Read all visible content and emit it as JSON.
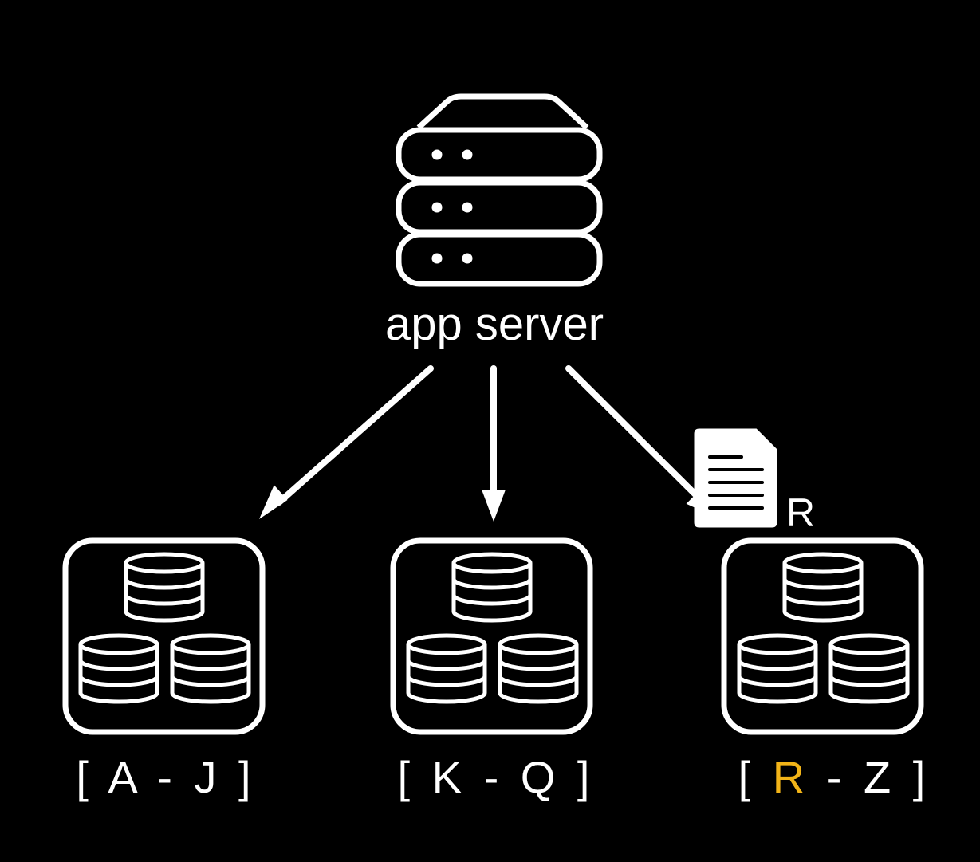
{
  "server": {
    "label": "app server",
    "icon": "server-rack-icon"
  },
  "shards": [
    {
      "icon": "database-cluster-icon",
      "open": "[",
      "start": "A",
      "dash": "-",
      "end": "J",
      "close": "]"
    },
    {
      "icon": "database-cluster-icon",
      "open": "[",
      "start": "K",
      "dash": "-",
      "end": "Q",
      "close": "]"
    },
    {
      "icon": "database-cluster-icon",
      "open": "[",
      "start": "R",
      "dash": "-",
      "end": "Z",
      "close": "]"
    }
  ],
  "document": {
    "icon": "document-icon",
    "label": "R"
  },
  "colors": {
    "background": "#000000",
    "foreground": "#ffffff",
    "highlight": "#f2b418"
  }
}
